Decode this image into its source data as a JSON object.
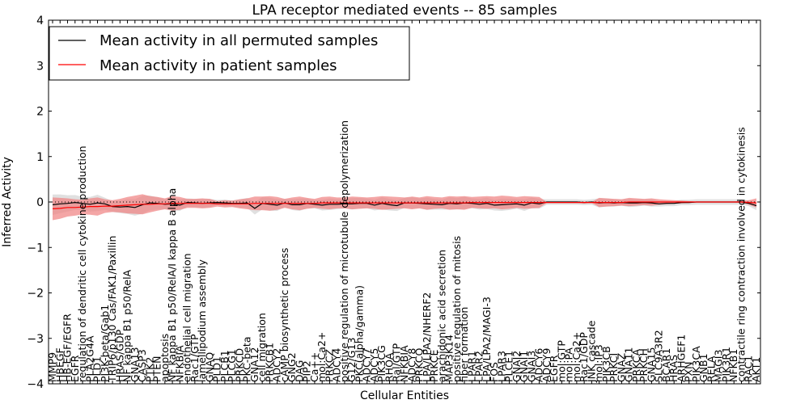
{
  "chart_data": {
    "type": "line",
    "title": "LPA receptor mediated events -- 85 samples",
    "xlabel": "Cellular Entities",
    "ylabel": "Inferred Activity",
    "ylim": [
      -4,
      4
    ],
    "yticks": [
      "4",
      "3",
      "2",
      "1",
      "0",
      "−1",
      "−2",
      "−3",
      "−4"
    ],
    "yticks_values": [
      4,
      3,
      2,
      1,
      0,
      -1,
      -2,
      -3,
      -4
    ],
    "legend_position": "top-left",
    "grid": false,
    "colors": {
      "permuted_line": "#000000",
      "patient_line": "#ff0000",
      "patient_band": "#f08080",
      "permuted_band": "#cccccc"
    },
    "series": [
      {
        "name": "Mean activity in all permuted samples",
        "color": "#000000"
      },
      {
        "name": "Mean activity in patient samples",
        "color": "#ff0000"
      }
    ],
    "categories": [
      "MMP9",
      "HBEGF",
      "HB-EGF/EGFR",
      "EGFR",
      "regulation of dendritic cell cytokine production",
      "PLA2G4A",
      "PLD1",
      "PI3K-beta/Gab1",
      "TRIP6/p130 Cas/FAK1/Paxillin",
      "HRAS/GDP",
      "NF kappa B1 p50/RelA",
      "GNA13",
      "CASP3",
      "PTK2",
      "PTEN",
      "apoptosis",
      "NF kappa B1 p50/RelA/I kappa B alpha",
      "NFKBIA",
      "endothelial cell migration",
      "Rac1/GTP",
      "lamellipodium assembly",
      "GNAQ",
      "PLD1",
      "PLCB1",
      "PLCG1",
      "PRKCD",
      "PKC-beta",
      "GNA12",
      "cell migration",
      "PRKCB1",
      "ADCY2",
      "cAMP biosynthetic process",
      "GNG2",
      "DAG",
      "PIP2",
      "Ca++",
      "mol:Ca2+",
      "PRKCZ",
      "ADCY4",
      "positive regulation of microtubule depolymerization",
      "G12/G13",
      "PKC(alpha/gamma)",
      "ADCY7",
      "ADCY5",
      "PIK3CG",
      "RHOA",
      "Ral/GTP",
      "NFKBIA",
      "ADCY8",
      "PRKCQ",
      "LPA/LPA2/NHERF2",
      "PRKCE",
      "arachidonic acid secretion",
      "MAP3K14",
      "positive regulation of mitosis",
      "fiber formation",
      "LPAR1",
      "LPAR2",
      "LPA/LPA2/MAGI-3",
      "FOS",
      "LPAR3",
      "PLCE1",
      "GNAI2",
      "GNAI1",
      "GNAI3",
      "ADCY6",
      "ADCY9",
      "EGFR",
      "mol:GTP",
      "mol:PA",
      "mol:Ca2+",
      "Rac1/GDP",
      "JNK cascade",
      "mol:IP3",
      "PIK3CB",
      "PRKCI",
      "GNAZ",
      "GNA11",
      "PRKCA",
      "PRKCH",
      "GNA15",
      "SLC9A3R2",
      "BCAR1",
      "HRAS",
      "ARHGEF1",
      "PXN",
      "PIK3CA",
      "GNB1",
      "RELA",
      "MAGI3",
      "PIK3R1",
      "NFKB1",
      "contractile ring contraction involved in cytokinesis",
      "RAC1",
      "AKT1"
    ],
    "patient_mean": [
      -0.15,
      -0.14,
      -0.12,
      -0.12,
      -0.11,
      -0.1,
      -0.1,
      -0.09,
      -0.09,
      -0.08,
      -0.07,
      -0.06,
      -0.05,
      -0.05,
      -0.04,
      -0.04,
      -0.03,
      -0.03,
      -0.03,
      -0.03,
      -0.03,
      -0.03,
      -0.04,
      -0.04,
      -0.04,
      -0.04,
      -0.04,
      -0.03,
      -0.03,
      -0.03,
      -0.03,
      -0.03,
      -0.03,
      -0.03,
      -0.03,
      -0.03,
      -0.02,
      -0.02,
      -0.02,
      -0.02,
      -0.02,
      -0.02,
      -0.02,
      -0.02,
      -0.02,
      -0.02,
      -0.02,
      -0.02,
      -0.02,
      -0.02,
      -0.02,
      -0.02,
      -0.02,
      -0.02,
      -0.02,
      -0.02,
      -0.01,
      -0.01,
      -0.01,
      -0.01,
      -0.01,
      -0.01,
      -0.01,
      -0.01,
      -0.01,
      -0.01,
      -0.01,
      -0.01,
      -0.01,
      -0.01,
      -0.01,
      -0.01,
      -0.01,
      -0.01,
      -0.01,
      -0.01,
      -0.01,
      0.0,
      0.0,
      0.0,
      0.0,
      0.0,
      0.0,
      0.0,
      0.0,
      0.0,
      0.0,
      0.0,
      0.0,
      0.0,
      0.0,
      0.0,
      0.0,
      -0.01,
      -0.02
    ],
    "permuted_mean": [
      -0.06,
      -0.04,
      -0.03,
      -0.01,
      -0.03,
      -0.05,
      -0.02,
      -0.04,
      -0.1,
      -0.11,
      -0.1,
      -0.12,
      -0.06,
      -0.02,
      -0.03,
      -0.05,
      -0.04,
      -0.07,
      -0.01,
      -0.02,
      -0.03,
      -0.02,
      -0.01,
      -0.02,
      -0.03,
      -0.03,
      -0.02,
      -0.14,
      -0.03,
      -0.05,
      -0.07,
      -0.02,
      -0.06,
      -0.06,
      -0.03,
      -0.05,
      -0.07,
      -0.05,
      -0.05,
      -0.04,
      -0.04,
      -0.03,
      -0.03,
      -0.07,
      -0.03,
      -0.06,
      -0.08,
      -0.02,
      -0.02,
      -0.03,
      -0.04,
      -0.05,
      -0.06,
      -0.03,
      -0.04,
      -0.02,
      -0.03,
      -0.05,
      -0.03,
      -0.07,
      -0.06,
      -0.05,
      -0.04,
      -0.07,
      -0.02,
      -0.04,
      0.0,
      0.0,
      0.0,
      0.0,
      0.0,
      -0.01,
      0.0,
      -0.02,
      -0.01,
      -0.02,
      -0.01,
      -0.02,
      -0.02,
      -0.01,
      -0.02,
      -0.04,
      -0.03,
      -0.03,
      -0.01,
      -0.01,
      0.0,
      0.0,
      0.0,
      0.0,
      0.0,
      0.0,
      0.0,
      -0.03,
      -0.08
    ],
    "band_halfwidth": [
      0.25,
      0.23,
      0.2,
      0.18,
      0.16,
      0.18,
      0.2,
      0.15,
      0.13,
      0.15,
      0.18,
      0.2,
      0.22,
      0.18,
      0.15,
      0.12,
      0.16,
      0.14,
      0.1,
      0.1,
      0.11,
      0.1,
      0.06,
      0.08,
      0.07,
      0.1,
      0.12,
      0.15,
      0.15,
      0.16,
      0.14,
      0.1,
      0.13,
      0.15,
      0.12,
      0.1,
      0.13,
      0.14,
      0.12,
      0.12,
      0.14,
      0.13,
      0.12,
      0.13,
      0.15,
      0.14,
      0.13,
      0.12,
      0.14,
      0.12,
      0.15,
      0.13,
      0.12,
      0.15,
      0.14,
      0.15,
      0.12,
      0.13,
      0.14,
      0.13,
      0.15,
      0.14,
      0.12,
      0.14,
      0.13,
      0.12,
      0.01,
      0.01,
      0.01,
      0.01,
      0.01,
      0.02,
      0.01,
      0.1,
      0.09,
      0.08,
      0.07,
      0.09,
      0.08,
      0.07,
      0.08,
      0.06,
      0.05,
      0.04,
      0.03,
      0.02,
      0.01,
      0.01,
      0.01,
      0.01,
      0.01,
      0.01,
      0.02,
      0.05,
      0.1
    ]
  }
}
